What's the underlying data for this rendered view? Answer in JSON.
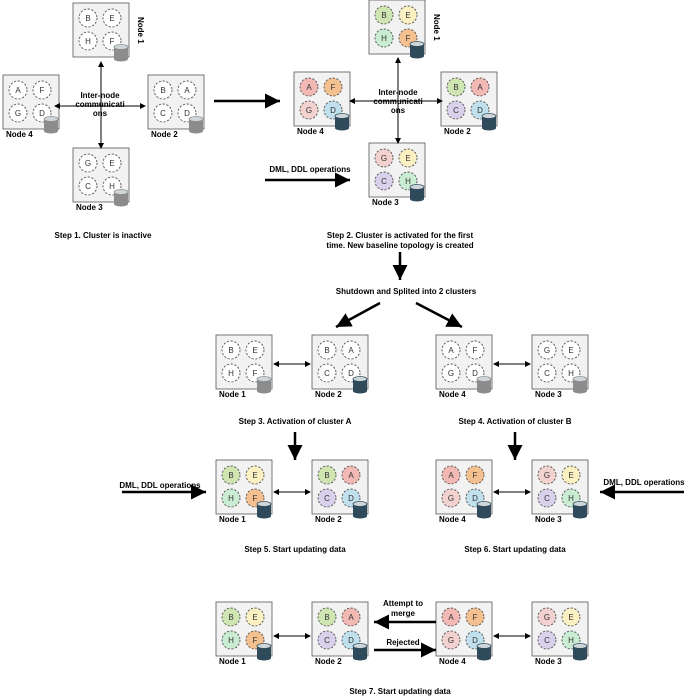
{
  "colors": {
    "A": "#f2b8b3",
    "B": "#cfe6b3",
    "C": "#d9d0ec",
    "D": "#bfe0ec",
    "E": "#fbf0c2",
    "F": "#f5c08f",
    "G": "#f2d1cf",
    "H": "#c9ecd2",
    "inactive": "#ffffff",
    "node_fill": "#f2f2f2",
    "gray_db": "#8c8c8c",
    "dark_db": "#2f4a5a"
  },
  "nodes": [
    {
      "label": "Node 1",
      "parts": [
        "B",
        "E",
        "H",
        "F"
      ],
      "colored": false,
      "db": "gray",
      "label_vertical": true
    },
    {
      "label": "Node 4",
      "parts": [
        "A",
        "F",
        "G",
        "D"
      ],
      "colored": false,
      "db": "gray"
    },
    {
      "label": "Node 2",
      "parts": [
        "B",
        "A",
        "C",
        "D"
      ],
      "colored": false,
      "db": "gray"
    },
    {
      "label": "Node 3",
      "parts": [
        "G",
        "E",
        "C",
        "H"
      ],
      "colored": false,
      "db": "gray"
    },
    {
      "label": "Node 1",
      "parts": [
        "B",
        "E",
        "H",
        "F"
      ],
      "colored": true,
      "db": "dark",
      "label_vertical": true
    },
    {
      "label": "Node 4",
      "parts": [
        "A",
        "F",
        "G",
        "D"
      ],
      "colored": true,
      "db": "dark"
    },
    {
      "label": "Node 2",
      "parts": [
        "B",
        "A",
        "C",
        "D"
      ],
      "colored": true,
      "db": "dark"
    },
    {
      "label": "Node 3",
      "parts": [
        "G",
        "E",
        "C",
        "H"
      ],
      "colored": true,
      "db": "dark"
    },
    {
      "label": "Node 1",
      "parts": [
        "B",
        "E",
        "H",
        "F"
      ],
      "colored": false,
      "db": "gray"
    },
    {
      "label": "Node 2",
      "parts": [
        "B",
        "A",
        "C",
        "D"
      ],
      "colored": false,
      "db": "dark"
    },
    {
      "label": "Node 4",
      "parts": [
        "A",
        "F",
        "G",
        "D"
      ],
      "colored": false,
      "db": "gray"
    },
    {
      "label": "Node 3",
      "parts": [
        "G",
        "E",
        "C",
        "H"
      ],
      "colored": false,
      "db": "gray"
    },
    {
      "label": "Node 1",
      "parts": [
        "B",
        "E",
        "H",
        "F"
      ],
      "colored": true,
      "db": "dark"
    },
    {
      "label": "Node 2",
      "parts": [
        "B",
        "A",
        "C",
        "D"
      ],
      "colored": true,
      "db": "dark"
    },
    {
      "label": "Node 4",
      "parts": [
        "A",
        "F",
        "G",
        "D"
      ],
      "colored": true,
      "db": "dark"
    },
    {
      "label": "Node 3",
      "parts": [
        "G",
        "E",
        "C",
        "H"
      ],
      "colored": true,
      "db": "dark"
    },
    {
      "label": "Node 1",
      "parts": [
        "B",
        "E",
        "H",
        "F"
      ],
      "colored": true,
      "db": "dark"
    },
    {
      "label": "Node 2",
      "parts": [
        "B",
        "A",
        "C",
        "D"
      ],
      "colored": true,
      "db": "dark"
    },
    {
      "label": "Node 4",
      "parts": [
        "A",
        "F",
        "G",
        "D"
      ],
      "colored": true,
      "db": "dark"
    },
    {
      "label": "Node 3",
      "parts": [
        "G",
        "E",
        "C",
        "H"
      ],
      "colored": true,
      "db": "dark"
    }
  ],
  "inter_node_label": "Inter-node communications",
  "inter_node_lines": [
    "Inter-node",
    "communicati",
    "ons"
  ],
  "dml_ddl": "DML, DDL operations",
  "shutdown_label": "Shutdown and Splited into 2 clusters",
  "attempt_lines": [
    "Attempt to",
    "merge"
  ],
  "rejected": "Rejected",
  "steps": {
    "s1": "Step 1. Cluster is inactive",
    "s2_line1": "Step 2. Cluster is activated for the first",
    "s2_line2": "time. New baseline topology is created",
    "s3": "Step 3. Activation of cluster A",
    "s4": "Step 4. Activation of cluster B",
    "s5": "Step 5. Start updating data",
    "s6": "Step 6. Start updating data",
    "s7": "Step 7. Start updating data"
  }
}
